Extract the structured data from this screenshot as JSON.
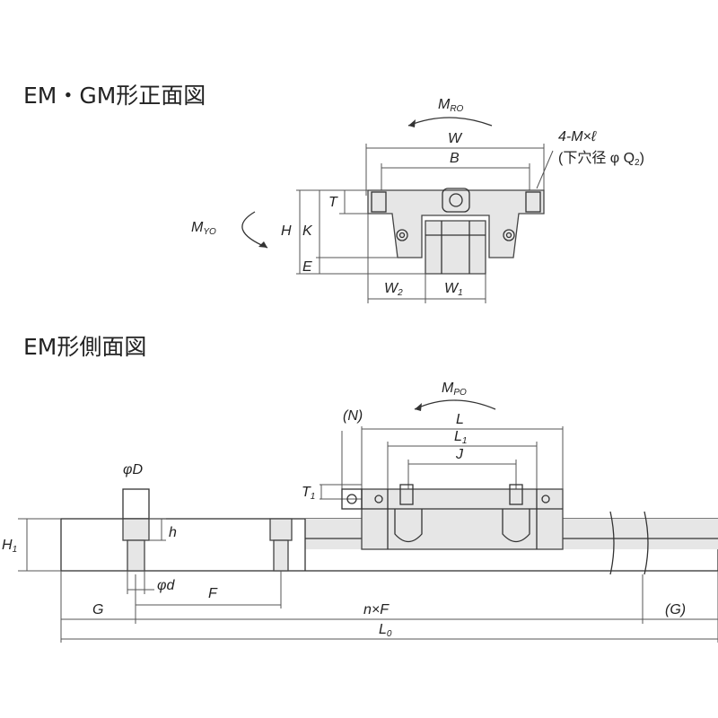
{
  "titles": {
    "front": "EM・GM形正面図",
    "side": "EM形側面図"
  },
  "front_labels": {
    "mro": "M",
    "mro_sub": "RO",
    "w": "W",
    "b": "B",
    "hole_spec": "4-M×ℓ",
    "hole_note": "(下穴径 φ Q",
    "hole_note_sub": "2",
    "hole_note_end": ")",
    "t": "T",
    "h": "H",
    "k": "K",
    "e": "E",
    "myo": "M",
    "myo_sub": "YO",
    "w2": "W",
    "w2_sub": "2",
    "w1": "W",
    "w1_sub": "1"
  },
  "side_labels": {
    "mpo": "M",
    "mpo_sub": "PO",
    "n": "(N)",
    "l": "L",
    "l1": "L",
    "l1_sub": "1",
    "j": "J",
    "t1": "T",
    "t1_sub": "1",
    "phi_big_d": "φD",
    "h_small": "h",
    "h1": "H",
    "h1_sub": "1",
    "phi_small_d": "φd",
    "f": "F",
    "g": "G",
    "nxf": "n×F",
    "g_paren": "(G)",
    "l0": "L",
    "l0_sub": "0"
  },
  "colors": {
    "line": "#333333",
    "fill": "#e6e6e6"
  }
}
